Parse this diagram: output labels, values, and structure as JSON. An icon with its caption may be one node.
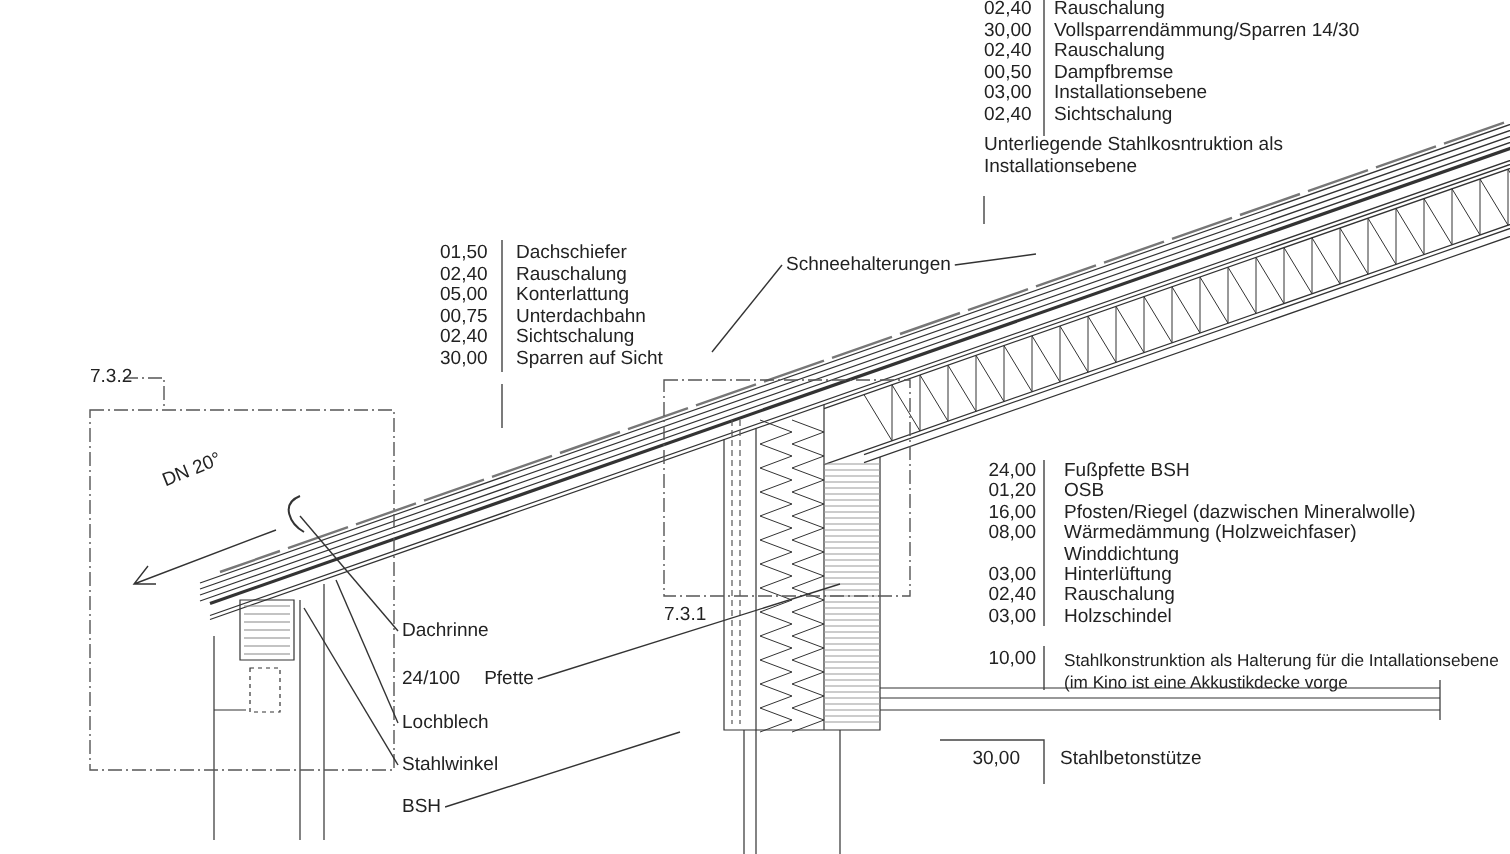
{
  "diagram": {
    "nodes": [
      {
        "text": [
          "Schneehalterungen"
        ]
      },
      {
        "text": [
          "Dachrinne"
        ]
      },
      {
        "text": [
          "24/100",
          "Pfette"
        ]
      },
      {
        "text": [
          "Lochblech"
        ]
      },
      {
        "text": [
          "Stahlwinkel"
        ]
      },
      {
        "text": [
          "BSH"
        ]
      }
    ],
    "edges": [
      {
        "from": 0,
        "to": null,
        "arrow": "none"
      },
      {
        "from": 0,
        "to": null,
        "arrow": "none"
      },
      {
        "from": 1,
        "to": null,
        "arrow": "none"
      },
      {
        "from": 2,
        "to": null,
        "arrow": "none"
      },
      {
        "from": 3,
        "to": null,
        "arrow": "none"
      },
      {
        "from": 4,
        "to": null,
        "arrow": "none"
      },
      {
        "from": 5,
        "to": null,
        "arrow": "none"
      }
    ],
    "labels": [
      "02,40",
      "Rauschalung",
      "30,00",
      "Vollsparrendämmung/Sparren 14/30",
      "02,40",
      "Rauschalung",
      "00,50",
      "Dampfbremse",
      "03,00",
      "Installationsebene",
      "02,40",
      "Sichtschalung",
      "Unterliegende Stahlkosntruktion als Installationsebene",
      "01,50",
      "Dachschiefer",
      "02,40",
      "Rauschalung",
      "05,00",
      "Konterlattung",
      "00,75",
      "Unterdachbahn",
      "02,40",
      "Sichtschalung",
      "30,00",
      "Sparren auf Sicht",
      "7.3.2",
      "DN 20°",
      "24,00",
      "Fußpfette BSH",
      "01,20",
      "OSB",
      "16,00",
      "Pfosten/Riegel (dazwischen Mineralwolle)",
      "08,00",
      "Wärmedämmung (Holzweichfaser)",
      "Winddichtung",
      "03,00",
      "Hinterlüftung",
      "02,40",
      "Rauschalung",
      "7.3.1",
      "03,00",
      "Holzschindel",
      "10,00",
      "Stahlkonstrunktion als Halterung für die Intallationsebene (im Kino ist eine Akkustikdecke vorge",
      "30,00",
      "Stahlbetonstütze"
    ]
  }
}
